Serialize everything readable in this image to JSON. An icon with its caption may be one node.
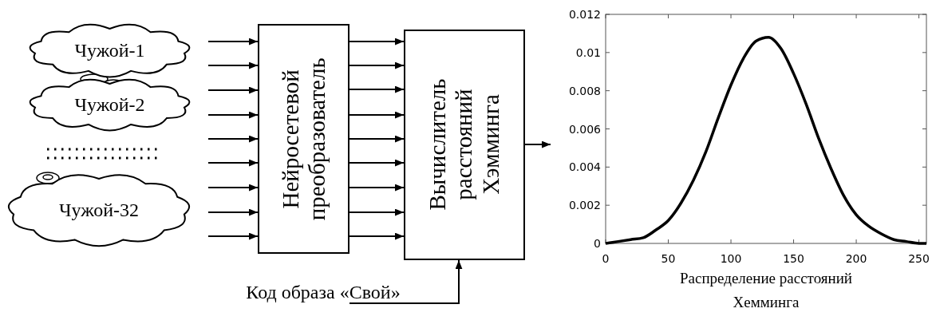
{
  "diagram": {
    "nodes": [
      {
        "text": [
          "Чужой-1"
        ]
      },
      {
        "text": [
          "Чужой-2"
        ]
      },
      {
        "text": [
          "Чужой-32"
        ]
      },
      {
        "text": [
          "Нейросетевой преобразователь"
        ]
      },
      {
        "text": [
          "Вычислитель расстояний Хэмминга"
        ]
      },
      {
        "text": [
          "Код образа «Свой»"
        ]
      }
    ],
    "edges": [
      {
        "from": null,
        "to": 3,
        "arrow": "to"
      },
      {
        "from": null,
        "to": 3,
        "arrow": "to"
      },
      {
        "from": null,
        "to": 3,
        "arrow": "to"
      },
      {
        "from": null,
        "to": 3,
        "arrow": "to"
      },
      {
        "from": null,
        "to": 3,
        "arrow": "to"
      },
      {
        "from": null,
        "to": 3,
        "arrow": "to"
      },
      {
        "from": null,
        "to": 3,
        "arrow": "to"
      },
      {
        "from": null,
        "to": 3,
        "arrow": "to"
      },
      {
        "from": null,
        "to": 3,
        "arrow": "to"
      },
      {
        "from": 3,
        "to": 4,
        "arrow": "to"
      },
      {
        "from": 3,
        "to": 4,
        "arrow": "to"
      },
      {
        "from": 3,
        "to": 4,
        "arrow": "to"
      },
      {
        "from": 3,
        "to": 4,
        "arrow": "to"
      },
      {
        "from": 3,
        "to": 4,
        "arrow": "to"
      },
      {
        "from": 3,
        "to": 4,
        "arrow": "to"
      },
      {
        "from": 3,
        "to": 4,
        "arrow": "to"
      },
      {
        "from": 3,
        "to": 4,
        "arrow": "to"
      },
      {
        "from": 3,
        "to": 4,
        "arrow": "to"
      },
      {
        "from": 4,
        "to": null,
        "arrow": "to"
      },
      {
        "from": 5,
        "to": 4,
        "arrow": "to"
      }
    ],
    "chart_data": {
      "type": "line",
      "title": "Распределение расстояний Хемминга",
      "x": [
        0,
        10,
        20,
        30,
        40,
        50,
        60,
        70,
        80,
        90,
        100,
        110,
        120,
        130,
        140,
        150,
        160,
        170,
        180,
        190,
        200,
        210,
        220,
        230,
        240,
        250,
        256
      ],
      "series": [
        {
          "color": "#000000",
          "values": [
            0,
            0.0001,
            0.0002,
            0.0003,
            0.0007,
            0.0012,
            0.0021,
            0.0033,
            0.0048,
            0.0066,
            0.0083,
            0.0097,
            0.0106,
            0.0108,
            0.0102,
            0.0089,
            0.0073,
            0.0055,
            0.0039,
            0.0025,
            0.0015,
            0.0009,
            0.0005,
            0.0002,
            0.0001,
            0,
            0
          ]
        }
      ],
      "xlim": [
        0,
        256
      ],
      "ylim": [
        0,
        0.012
      ],
      "xticks": [
        0,
        50,
        100,
        150,
        200,
        250
      ],
      "yticks": [
        0,
        0.002,
        0.004,
        0.006,
        0.008,
        0.01,
        0.012
      ]
    }
  }
}
